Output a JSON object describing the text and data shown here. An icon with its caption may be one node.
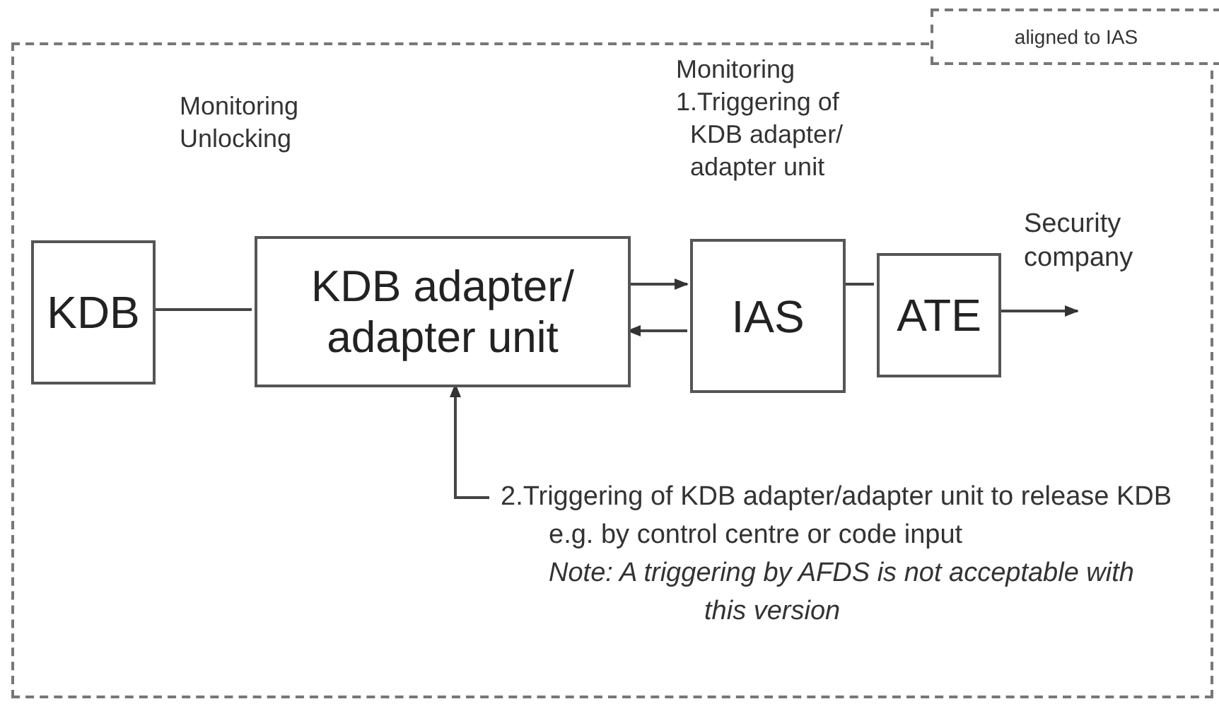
{
  "diagram": {
    "nodes": [
      {
        "text": [
          "aligned to IAS"
        ]
      },
      {
        "text": [
          "KDB"
        ],
        "in": 0
      },
      {
        "text": [
          "KDB adapter/ adapter unit"
        ],
        "in": 0,
        "beside": [
          "Monitoring",
          "Unlocking"
        ]
      },
      {
        "text": [
          "IAS"
        ],
        "in": 0,
        "beside": [
          "Monitoring",
          "1.Triggering of KDB adapter/ adapter unit"
        ]
      },
      {
        "text": [
          "ATE"
        ],
        "in": 0
      },
      {
        "text": [
          "Security company"
        ],
        "in": 0
      },
      {
        "text": [
          "2.Triggering of KDB adapter/adapter unit to release KDB e.g. by control centre or code input",
          "Note: A triggering by AFDS is not acceptable with this version"
        ],
        "in": 0
      }
    ],
    "edges": [
      {
        "from": 1,
        "to": 2,
        "arrow": "none"
      },
      {
        "from": 2,
        "to": 3,
        "arrow": "to"
      },
      {
        "from": 3,
        "to": 2,
        "arrow": "to"
      },
      {
        "from": 3,
        "to": 4,
        "arrow": "none"
      },
      {
        "from": 4,
        "to": 5,
        "arrow": "to"
      },
      {
        "from": 6,
        "to": 2,
        "arrow": "to"
      }
    ]
  }
}
